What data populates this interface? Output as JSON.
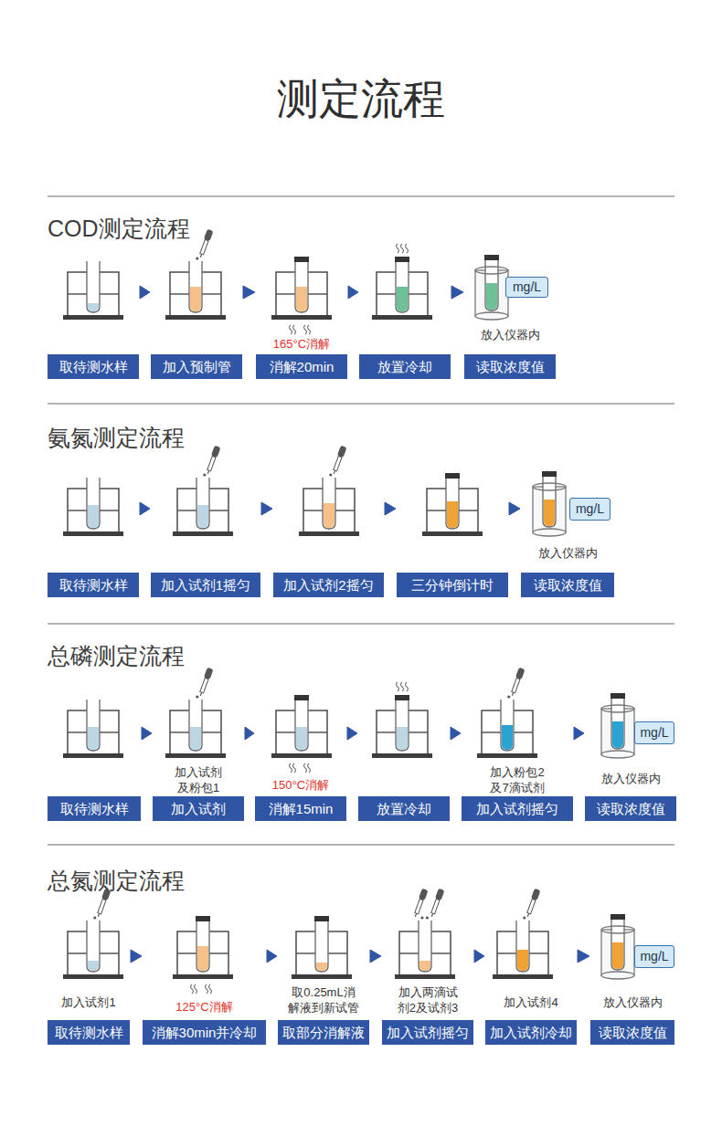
{
  "diagram": {
    "title": "测定流程",
    "nodes": [
      {
        "text": [
          "取待测水样"
        ]
      },
      {
        "text": [
          "加入预制管"
        ]
      },
      {
        "text": [
          "165°C消解",
          "消解20min"
        ]
      },
      {
        "text": [
          "放置冷却"
        ]
      },
      {
        "text": [
          "放入仪器内",
          "读取浓度值"
        ]
      },
      {
        "text": [
          "mg/L"
        ],
        "in": 4
      },
      {
        "text": [
          "取待测水样"
        ]
      },
      {
        "text": [
          "加入试剂1摇匀"
        ]
      },
      {
        "text": [
          "加入试剂2摇匀"
        ]
      },
      {
        "text": [
          "三分钟倒计时"
        ]
      },
      {
        "text": [
          "放入仪器内",
          "读取浓度值"
        ]
      },
      {
        "text": [
          "mg/L"
        ],
        "in": 10
      },
      {
        "text": [
          "取待测水样"
        ]
      },
      {
        "text": [
          "加入试剂 及粉包1",
          "加入试剂"
        ]
      },
      {
        "text": [
          "150°C消解",
          "消解15min"
        ]
      },
      {
        "text": [
          "放置冷却"
        ]
      },
      {
        "text": [
          "加入粉包2 及7滴试剂",
          "加入试剂摇匀"
        ]
      },
      {
        "text": [
          "放入仪器内",
          "读取浓度值"
        ]
      },
      {
        "text": [
          "mg/L"
        ],
        "in": 17
      },
      {
        "text": [
          "加入试剂1",
          "取待测水样"
        ]
      },
      {
        "text": [
          "125°C消解",
          "消解30min并冷却"
        ]
      },
      {
        "text": [
          "取0.25mL消 解液到新试管",
          "取部分消解液"
        ]
      },
      {
        "text": [
          "加入两滴试 剂2及试剂3",
          "加入试剂摇匀"
        ]
      },
      {
        "text": [
          "加入试剂4",
          "加入试剂冷却"
        ]
      },
      {
        "text": [
          "放入仪器内",
          "读取浓度值"
        ]
      },
      {
        "text": [
          "mg/L"
        ],
        "in": 24
      }
    ],
    "edges": [
      {
        "from": 0,
        "to": 1,
        "arrow": "to"
      },
      {
        "from": 1,
        "to": 2,
        "arrow": "to"
      },
      {
        "from": 2,
        "to": 3,
        "arrow": "to"
      },
      {
        "from": 3,
        "to": 4,
        "arrow": "to"
      },
      {
        "from": 6,
        "to": 7,
        "arrow": "to"
      },
      {
        "from": 7,
        "to": 8,
        "arrow": "to"
      },
      {
        "from": 8,
        "to": 9,
        "arrow": "to"
      },
      {
        "from": 9,
        "to": 10,
        "arrow": "to"
      },
      {
        "from": 12,
        "to": 13,
        "arrow": "to"
      },
      {
        "from": 13,
        "to": 14,
        "arrow": "to"
      },
      {
        "from": 14,
        "to": 15,
        "arrow": "to"
      },
      {
        "from": 15,
        "to": 16,
        "arrow": "to"
      },
      {
        "from": 16,
        "to": 17,
        "arrow": "to"
      },
      {
        "from": 19,
        "to": 20,
        "arrow": "to"
      },
      {
        "from": 20,
        "to": 21,
        "arrow": "to"
      },
      {
        "from": 21,
        "to": 22,
        "arrow": "to"
      },
      {
        "from": 22,
        "to": 23,
        "arrow": "to"
      },
      {
        "from": 23,
        "to": 24,
        "arrow": "to"
      }
    ],
    "labels": [
      "COD测定流程",
      "氨氮测定流程",
      "总磷测定流程",
      "总氮测定流程"
    ]
  }
}
